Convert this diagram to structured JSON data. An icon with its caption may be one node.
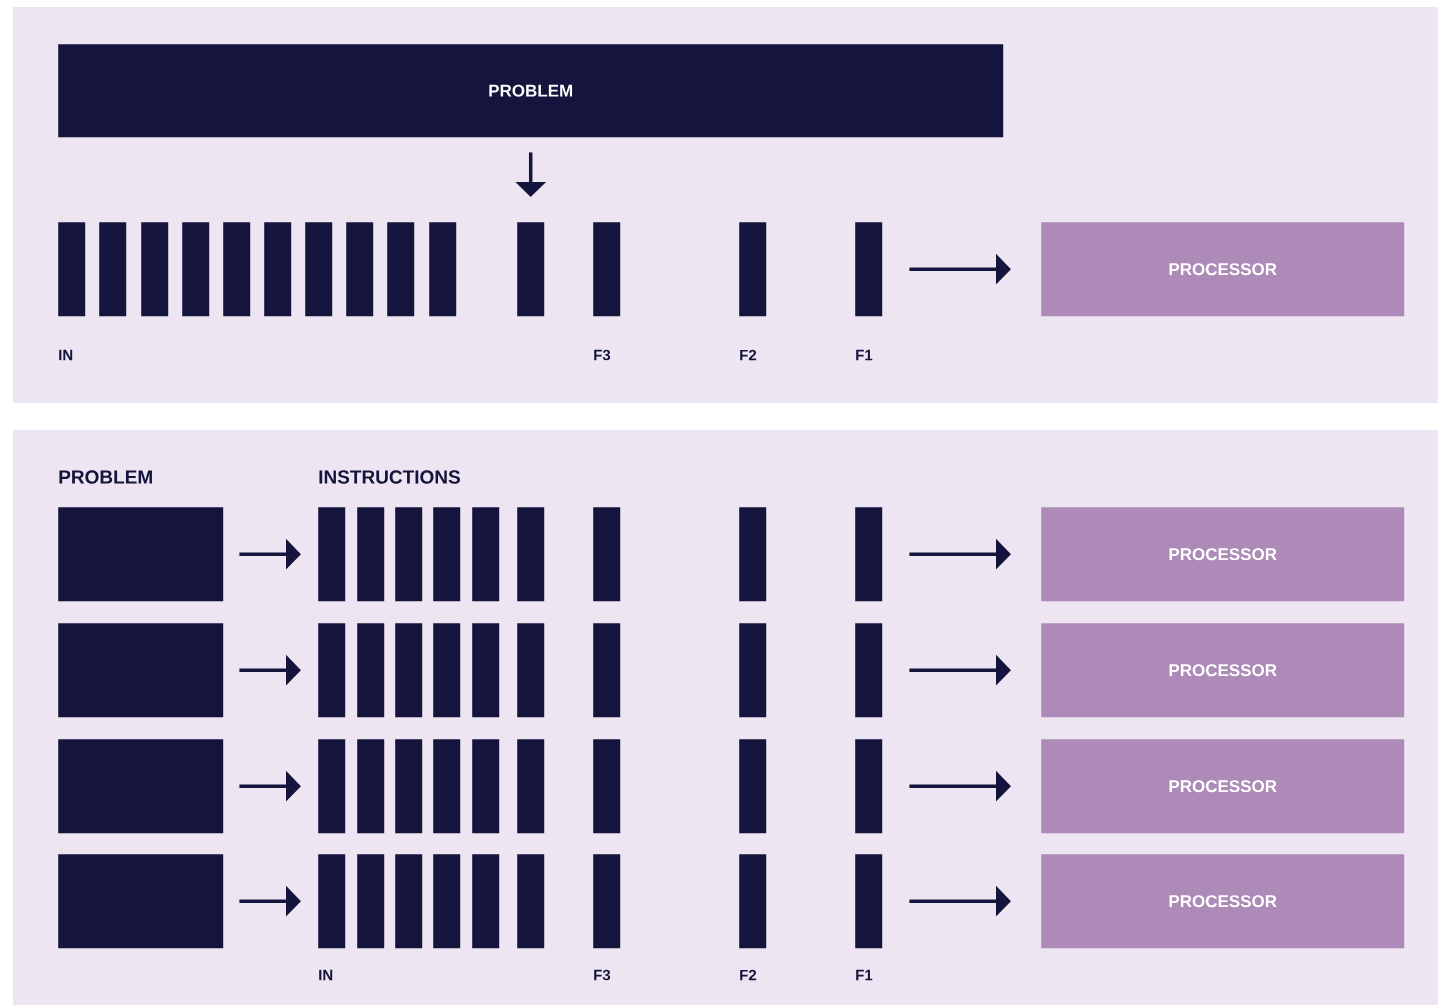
{
  "diagram": {
    "nodes": [
      {
        "text": [
          "PROBLEM"
        ]
      },
      {
        "text": [],
        "shape": "bar"
      },
      {
        "text": [],
        "shape": "bar"
      },
      {
        "text": [],
        "shape": "bar"
      },
      {
        "text": [],
        "shape": "bar"
      },
      {
        "text": [],
        "shape": "bar"
      },
      {
        "text": [],
        "shape": "bar"
      },
      {
        "text": [],
        "shape": "bar"
      },
      {
        "text": [],
        "shape": "bar"
      },
      {
        "text": [],
        "shape": "bar"
      },
      {
        "text": [],
        "shape": "bar"
      },
      {
        "text": [],
        "shape": "bar"
      },
      {
        "text": [],
        "shape": "bar"
      },
      {
        "text": [],
        "shape": "bar"
      },
      {
        "text": [],
        "shape": "bar"
      },
      {
        "text": [
          "PROCESSOR"
        ]
      },
      {
        "text": [],
        "shape": "box"
      },
      {
        "text": [],
        "shape": "bar"
      },
      {
        "text": [],
        "shape": "bar"
      },
      {
        "text": [],
        "shape": "bar"
      },
      {
        "text": [],
        "shape": "bar"
      },
      {
        "text": [],
        "shape": "bar"
      },
      {
        "text": [],
        "shape": "bar"
      },
      {
        "text": [],
        "shape": "bar"
      },
      {
        "text": [],
        "shape": "bar"
      },
      {
        "text": [],
        "shape": "bar"
      },
      {
        "text": [
          "PROCESSOR"
        ]
      },
      {
        "text": [],
        "shape": "box"
      },
      {
        "text": [],
        "shape": "bar"
      },
      {
        "text": [],
        "shape": "bar"
      },
      {
        "text": [],
        "shape": "bar"
      },
      {
        "text": [],
        "shape": "bar"
      },
      {
        "text": [],
        "shape": "bar"
      },
      {
        "text": [],
        "shape": "bar"
      },
      {
        "text": [],
        "shape": "bar"
      },
      {
        "text": [],
        "shape": "bar"
      },
      {
        "text": [],
        "shape": "bar"
      },
      {
        "text": [
          "PROCESSOR"
        ]
      },
      {
        "text": [],
        "shape": "box"
      },
      {
        "text": [],
        "shape": "bar"
      },
      {
        "text": [],
        "shape": "bar"
      },
      {
        "text": [],
        "shape": "bar"
      },
      {
        "text": [],
        "shape": "bar"
      },
      {
        "text": [],
        "shape": "bar"
      },
      {
        "text": [],
        "shape": "bar"
      },
      {
        "text": [],
        "shape": "bar"
      },
      {
        "text": [],
        "shape": "bar"
      },
      {
        "text": [],
        "shape": "bar"
      },
      {
        "text": [
          "PROCESSOR"
        ]
      },
      {
        "text": [],
        "shape": "box"
      },
      {
        "text": [],
        "shape": "bar"
      },
      {
        "text": [],
        "shape": "bar"
      },
      {
        "text": [],
        "shape": "bar"
      },
      {
        "text": [],
        "shape": "bar"
      },
      {
        "text": [],
        "shape": "bar"
      },
      {
        "text": [],
        "shape": "bar"
      },
      {
        "text": [],
        "shape": "bar"
      },
      {
        "text": [],
        "shape": "bar"
      },
      {
        "text": [],
        "shape": "bar"
      },
      {
        "text": [
          "PROCESSOR"
        ]
      }
    ],
    "edges": [
      {
        "from": 0,
        "to": 11,
        "arrow": "to"
      },
      {
        "from": 14,
        "to": 15,
        "arrow": "to"
      },
      {
        "from": 16,
        "to": 17,
        "arrow": "to"
      },
      {
        "from": 25,
        "to": 26,
        "arrow": "to"
      },
      {
        "from": 27,
        "to": 28,
        "arrow": "to"
      },
      {
        "from": 36,
        "to": 37,
        "arrow": "to"
      },
      {
        "from": 38,
        "to": 39,
        "arrow": "to"
      },
      {
        "from": 47,
        "to": 48,
        "arrow": "to"
      },
      {
        "from": 49,
        "to": 50,
        "arrow": "to"
      },
      {
        "from": 58,
        "to": 59,
        "arrow": "to"
      }
    ],
    "labels": [
      "IN",
      "F3",
      "F2",
      "F1",
      "PROBLEM",
      "INSTRUCTIONS",
      "IN",
      "F3",
      "F2",
      "F1"
    ]
  }
}
